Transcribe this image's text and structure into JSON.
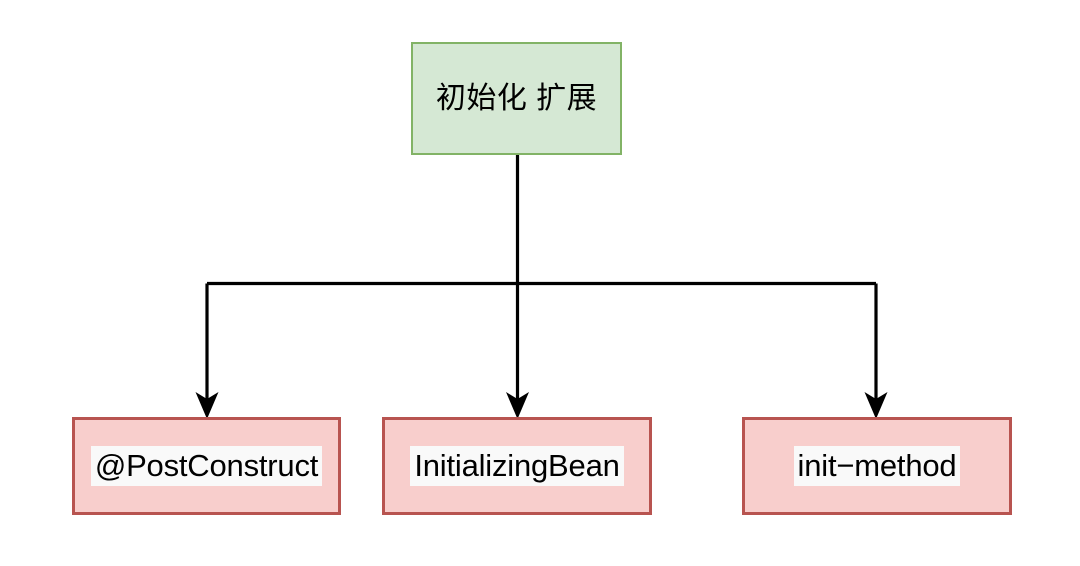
{
  "diagram": {
    "type": "flowchart",
    "orientation": "top-down",
    "background_color": "#ffffff",
    "title_node": {
      "id": "root",
      "label": "初始化 扩展",
      "fill_color": "#d5e8d4",
      "border_color": "#82b366"
    },
    "children": [
      {
        "id": "post-construct",
        "label": "@PostConstruct",
        "fill_color": "#f8cecc",
        "border_color": "#b85450",
        "label_highlight_color": "#f9f9f9"
      },
      {
        "id": "initializing-bean",
        "label": "InitializingBean",
        "fill_color": "#f8cecc",
        "border_color": "#b85450",
        "label_highlight_color": "#f9f9f9"
      },
      {
        "id": "init-method",
        "label": "init−method",
        "fill_color": "#f8cecc",
        "border_color": "#b85450",
        "label_highlight_color": "#f9f9f9"
      }
    ],
    "connector": {
      "color": "#000000",
      "style": "orthogonal",
      "arrowhead": "solid-triangle",
      "edges": [
        {
          "from": "root",
          "to": "post-construct"
        },
        {
          "from": "root",
          "to": "initializing-bean"
        },
        {
          "from": "root",
          "to": "init-method"
        }
      ]
    }
  }
}
